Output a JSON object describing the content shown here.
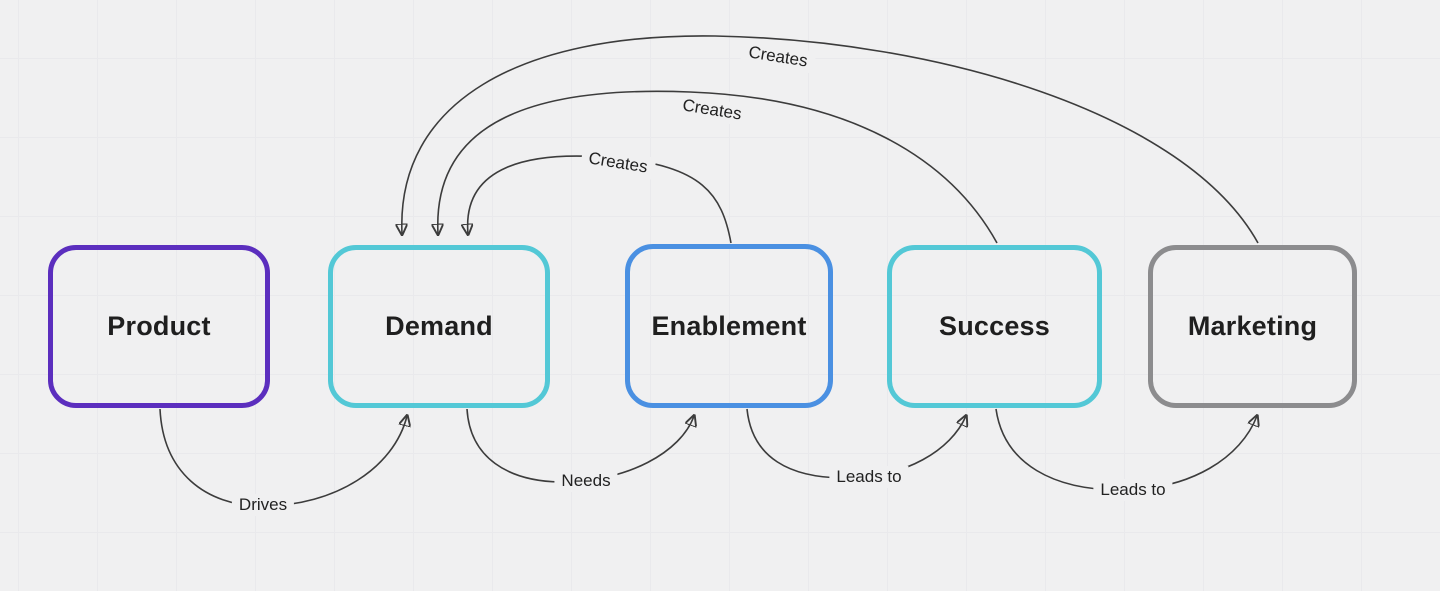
{
  "diagram": {
    "canvas": {
      "background_color": "#f0f0f1",
      "grid_line_color": "#e9e9ec",
      "edge_color": "#3c3c3c"
    },
    "nodes": [
      {
        "id": "product",
        "label": "Product",
        "border_color": "#5b2ebe"
      },
      {
        "id": "demand",
        "label": "Demand",
        "border_color": "#53c8d6"
      },
      {
        "id": "enablement",
        "label": "Enablement",
        "border_color": "#4a90e2"
      },
      {
        "id": "success",
        "label": "Success",
        "border_color": "#53c8d6"
      },
      {
        "id": "marketing",
        "label": "Marketing",
        "border_color": "#8c8c8e"
      }
    ],
    "edges": [
      {
        "from": "marketing",
        "to": "demand",
        "label": "Creates"
      },
      {
        "from": "success",
        "to": "demand",
        "label": "Creates"
      },
      {
        "from": "enablement",
        "to": "demand",
        "label": "Creates"
      },
      {
        "from": "product",
        "to": "demand",
        "label": "Drives"
      },
      {
        "from": "demand",
        "to": "enablement",
        "label": "Needs"
      },
      {
        "from": "enablement",
        "to": "success",
        "label": "Leads to"
      },
      {
        "from": "success",
        "to": "marketing",
        "label": "Leads to"
      }
    ]
  }
}
